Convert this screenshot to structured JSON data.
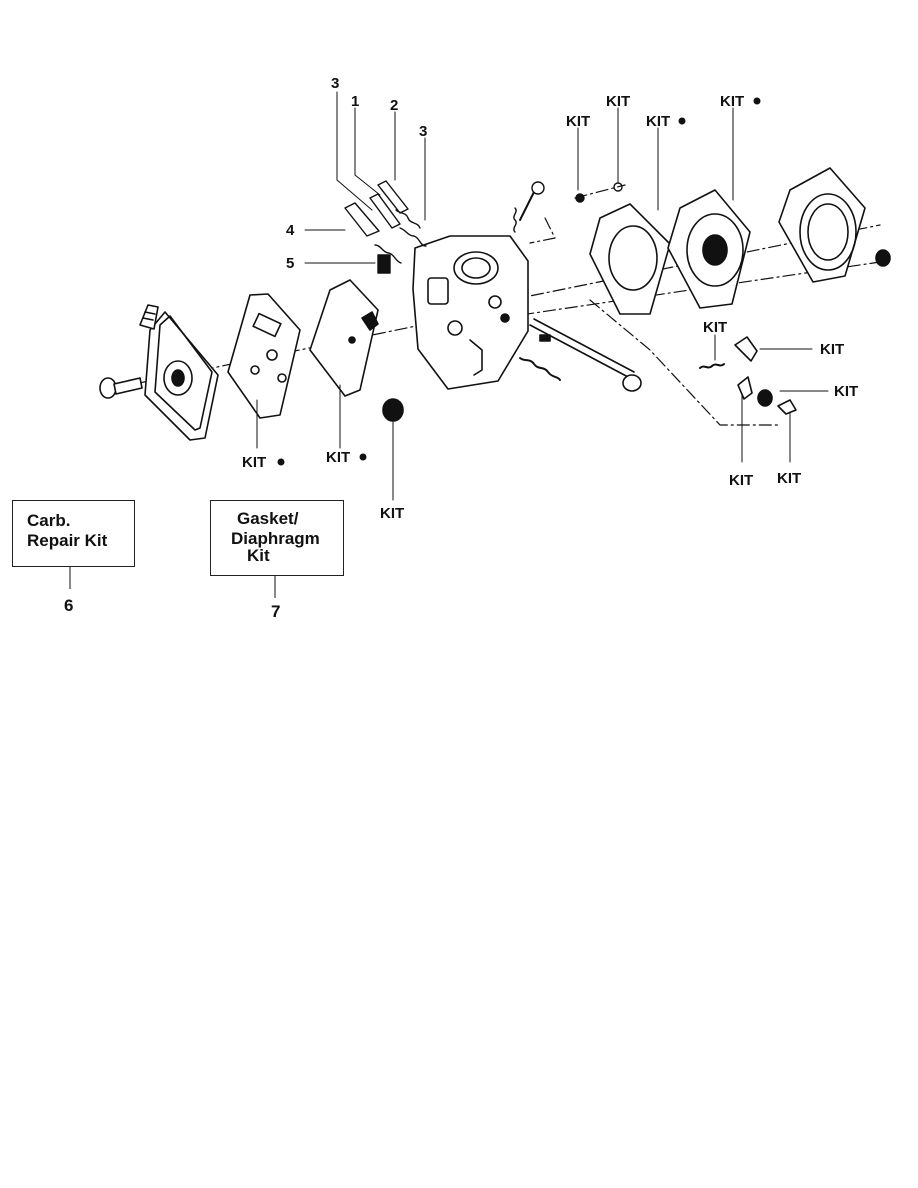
{
  "callouts": {
    "c3a": "3",
    "c1": "1",
    "c2": "2",
    "c3b": "3",
    "c4": "4",
    "c5": "5",
    "kit_top1": "KIT",
    "kit_top2": "KIT",
    "kit_top3": "KIT",
    "kit_top4": "KIT",
    "kit_r1": "KIT",
    "kit_r2": "KIT",
    "kit_r3": "KIT",
    "kit_b1": "KIT",
    "kit_b2": "KIT",
    "kit_l1": "KIT",
    "kit_l2": "KIT",
    "kit_l3": "KIT"
  },
  "kits": {
    "repair": {
      "line1": "Carb.",
      "line2": "Repair Kit",
      "number": "6"
    },
    "gasket": {
      "line1": "Gasket/",
      "line2": "Diaphragm",
      "line3": "Kit",
      "number": "7"
    }
  }
}
